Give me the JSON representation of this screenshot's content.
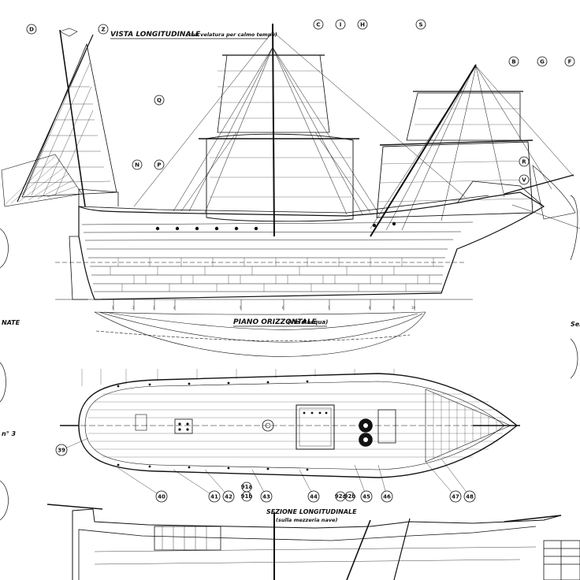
{
  "titles": {
    "side_view": "VISTA LONGITUDINALE",
    "side_view_sub": "(con velatura per calmo tempo)",
    "waterlines": "PIANO ORIZZONTALE",
    "waterlines_sub": "(vie d'acqua)",
    "section": "SEZIONE LONGITUDINALE",
    "section_sub": "(sulla mezzeria nave)"
  },
  "edge_texts": {
    "left_mid": "NATE",
    "left_low": "n° 3",
    "right_mid": "Sez"
  },
  "callouts_top": [
    "D",
    "Z",
    "C",
    "I",
    "H",
    "S",
    "B",
    "G",
    "F"
  ],
  "callouts_side": [
    "Q",
    "N",
    "P",
    "R",
    "V"
  ],
  "callouts_plan": [
    "39",
    "40",
    "41",
    "42",
    "43",
    "44",
    "45",
    "46",
    "47",
    "48"
  ],
  "plan_labels": [
    "91a",
    "91b",
    "92a",
    "92b"
  ],
  "station_numbers": [
    "1",
    "2",
    "3",
    "4",
    "5",
    "6",
    "7",
    "8",
    "9",
    "10"
  ]
}
